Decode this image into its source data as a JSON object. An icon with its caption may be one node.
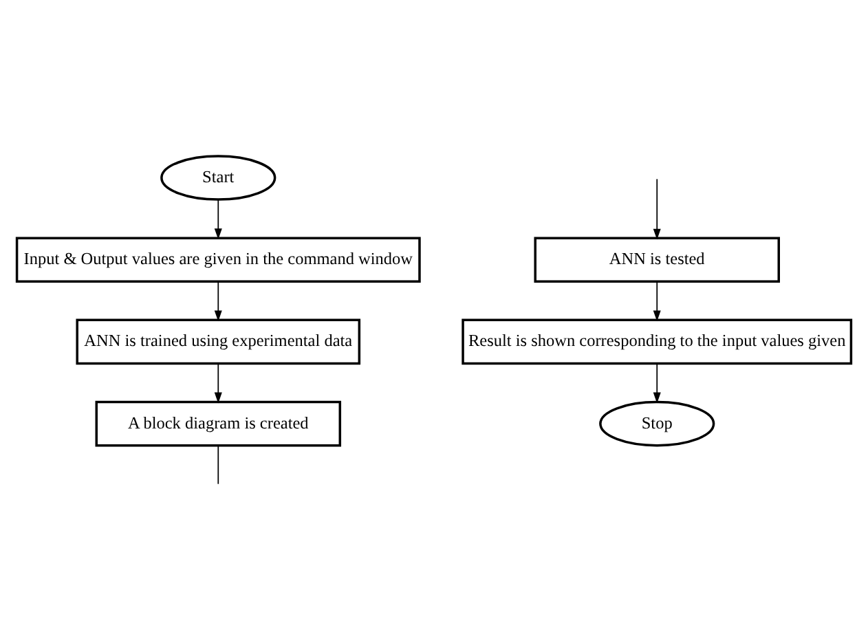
{
  "diagram": {
    "nodes": [
      {
        "text": [
          "Start"
        ]
      },
      {
        "text": [
          "Input & Output values are given in the command window"
        ]
      },
      {
        "text": [
          "ANN is trained using experimental data"
        ]
      },
      {
        "text": [
          "A block diagram is created"
        ]
      },
      {
        "text": [
          "ANN is tested"
        ]
      },
      {
        "text": [
          "Result is shown corresponding to the input values given"
        ]
      },
      {
        "text": [
          "Stop"
        ]
      }
    ],
    "edges": [
      {
        "from": 0,
        "to": 1,
        "arrow": "to"
      },
      {
        "from": 1,
        "to": 2,
        "arrow": "to"
      },
      {
        "from": 2,
        "to": 3,
        "arrow": "to"
      },
      {
        "from": 3,
        "to": null,
        "arrow": "none"
      },
      {
        "from": null,
        "to": 4,
        "arrow": "to"
      },
      {
        "from": 4,
        "to": 5,
        "arrow": "to"
      },
      {
        "from": 5,
        "to": 6,
        "arrow": "to"
      }
    ]
  }
}
